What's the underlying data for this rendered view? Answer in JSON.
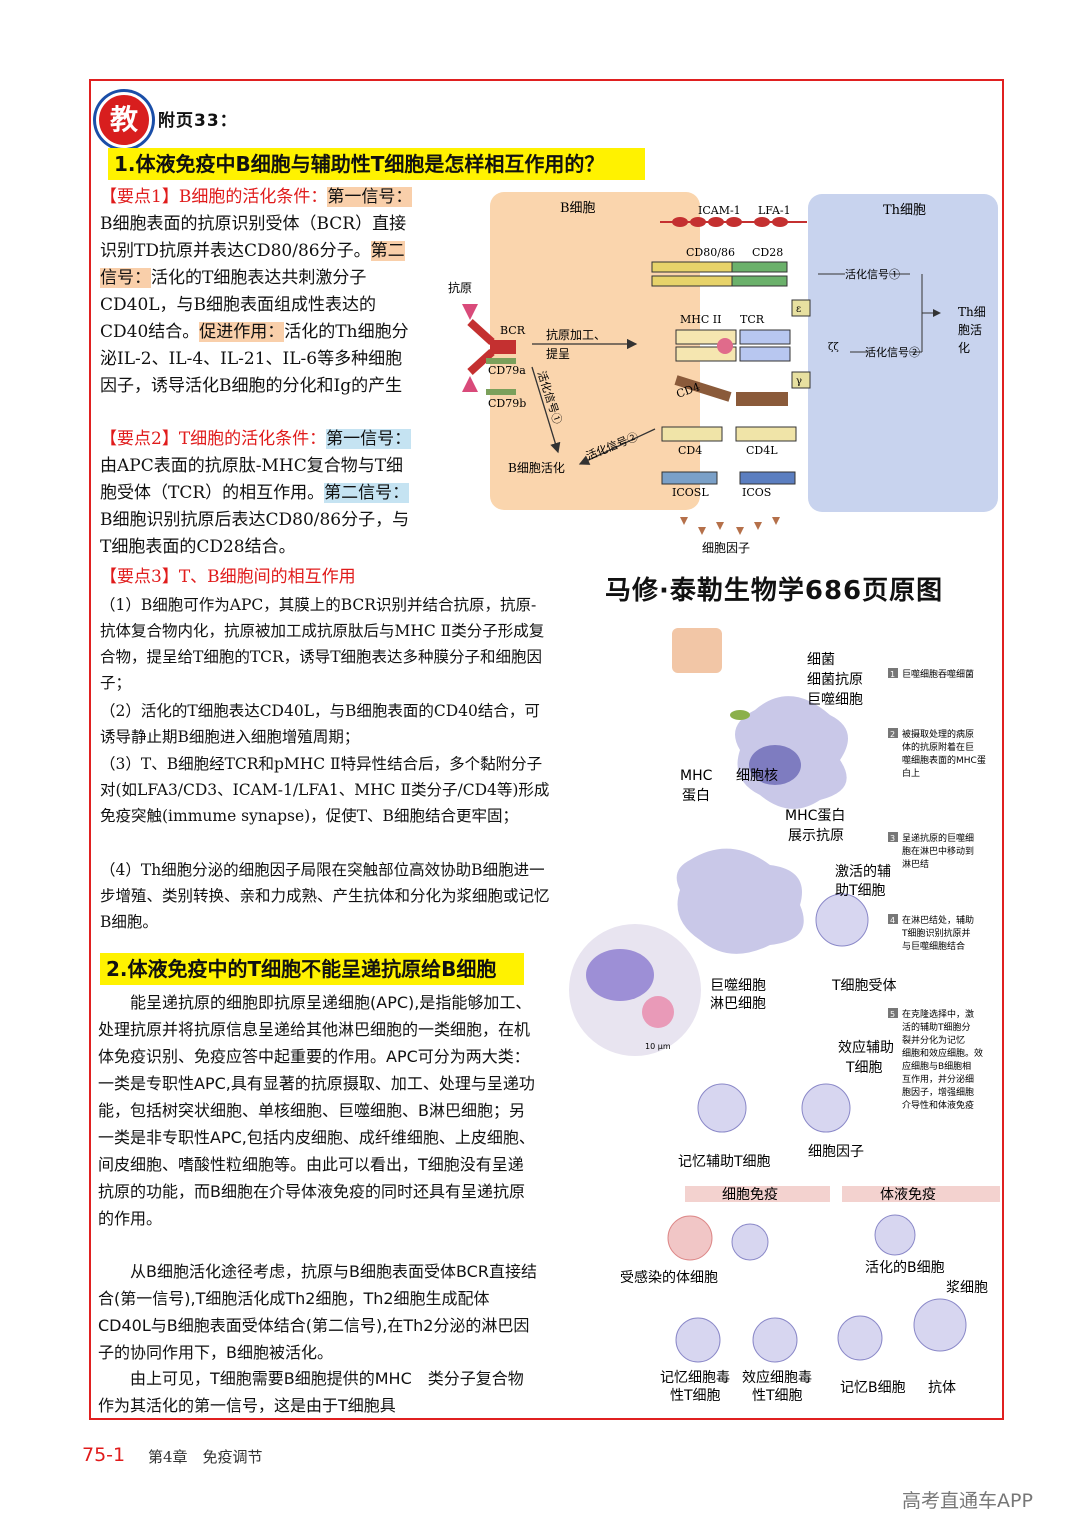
{
  "badge": "教",
  "appendix": "附页33：",
  "heading1": "1.体液免疫中B细胞与辅助性T细胞是怎样相互作用的？",
  "kp1": {
    "tag": "【要点1】",
    "title": "B细胞的活化条件：",
    "s1": "第一信号：",
    "t1": "B细胞表面的抗原识别受体（BCR）直接识别TD抗原并表达CD80/86分子。",
    "s2": "第二信号：",
    "t2": "活化的T细胞表达共刺激分子CD40L，与B细胞表面组成性表达的CD40结合。",
    "s3": "促进作用：",
    "t3": "活化的Th细胞分泌IL-2、IL-4、IL-21、IL-6等多种细胞因子，诱导活化B细胞的分化和Ig的产生"
  },
  "kp2": {
    "tag": "【要点2】",
    "title": "T细胞的活化条件：",
    "s1": "第一信号：",
    "t1": "由APC表面的抗原肽-MHC复合物与T细胞受体（TCR）的相互作用。",
    "s2": "第二信号：",
    "t2": "B细胞识别抗原后表达CD80/86分子，与T细胞表面的CD28结合。"
  },
  "kp3": {
    "tag": "【要点3】",
    "title": "T、B细胞间的相互作用",
    "p1": "（1）B细胞可作为APC，其膜上的BCR识别并结合抗原，抗原-抗体复合物内化，抗原被加工成抗原肽后与MHC Ⅱ类分子形成复合物，提呈给T细胞的TCR，诱导T细胞表达多种膜分子和细胞因子；",
    "p2": "（2）活化的T细胞表达CD40L，与B细胞表面的CD40结合，可诱导静止期B细胞进入细胞增殖周期；",
    "p3": "（3）T、B细胞经TCR和pMHC Ⅱ特异性结合后，多个黏附分子对(如LFA3/CD3、ICAM-1/LFA1、MHC Ⅱ类分子/CD4等)形成免疫突触(immume synapse)，促使T、B细胞结合更牢固；",
    "p4": "（4）Th细胞分泌的细胞因子局限在突触部位高效协助B细胞进一步增殖、类别转换、亲和力成熟、产生抗体和分化为浆细胞或记忆B细胞。"
  },
  "heading2": "2.体液免疫中的T细胞不能呈递抗原给B细胞",
  "body2": {
    "p1": "能呈递抗原的细胞即抗原呈递细胞(APC),是指能够加工、处理抗原并将抗原信息呈递给其他淋巴细胞的一类细胞，在机体免疫识别、免疫应答中起重要的作用。APC可分为两大类：一类是专职性APC,具有显著的抗原摄取、加工、处理与呈递功能，包括树突状细胞、单核细胞、巨噬细胞、B淋巴细胞；另一类是非专职性APC,包括内皮细胞、成纤维细胞、上皮细胞、间皮细胞、嗜酸性粒细胞等。由此可以看出，T细胞没有呈递抗原的功能，而B细胞在介导体液免疫的同时还具有呈递抗原的作用。",
    "p2": "从B细胞活化途径考虑，抗原与B细胞表面受体BCR直接结合(第一信号),T细胞活化成Th2细胞，Th2细胞生成配体CD40L与B细胞表面受体结合(第二信号),在Th2分泌的淋巴因子的协同作用下，B细胞被活化。",
    "p3": "由上可见，T细胞需要B细胞提供的MHC　类分子复合物作为其活化的第一信号，这是由于T细胞具"
  },
  "diagram1": {
    "bcell": "B细胞",
    "thcell": "Th细胞",
    "antigen": "抗原",
    "bcr": "BCR",
    "cd79a": "CD79a",
    "cd79b": "CD79b",
    "processing1": "抗原加工、",
    "processing2": "提呈",
    "act_sig1_v": "活化信号①",
    "act_sig2_diag": "活化信号②",
    "bcell_act": "B细胞活化",
    "icam1": "ICAM-1",
    "lfa1": "LFA-1",
    "cd8086": "CD80/86",
    "cd28": "CD28",
    "mhc2": "MHC II",
    "tcr": "TCR",
    "cd4": "CD4",
    "cd4b": "CD4",
    "cd4l": "CD4L",
    "icosl": "ICOSL",
    "icos": "ICOS",
    "right_sig1": "活化信号①",
    "right_sig2": "活化信号②",
    "th_act1": "Th细",
    "th_act2": "胞活",
    "th_act3": "化",
    "cytokine": "细胞因子",
    "eps": "ε",
    "gam": "γ",
    "zeta": "ζζ"
  },
  "fig2": {
    "title": "马修·泰勒生物学686页原图",
    "l_bacteria": "细菌",
    "l_bac_antigen": "细菌抗原",
    "l_macrophage": "巨噬细胞",
    "l_mhc1": "MHC",
    "l_mhc2": "蛋白",
    "l_nucleus": "细胞核",
    "l_mhc_show1": "MHC蛋白",
    "l_mhc_show2": "展示抗原",
    "l_act_th1": "激活的辅",
    "l_act_th2": "助T细胞",
    "l_mac2": "巨噬细胞",
    "l_lymph": "淋巴细胞",
    "l_tcr": "T细胞受体",
    "l_scale": "10 μm",
    "l_eff_th1": "效应辅助",
    "l_eff_th2": "T细胞",
    "l_mem_th": "记忆辅助T细胞",
    "l_cytokine": "细胞因子",
    "l_cell_imm": "细胞免疫",
    "l_hum_imm": "体液免疫",
    "l_infected": "受感染的体细胞",
    "l_act_b": "活化的B细胞",
    "l_plasma": "浆细胞",
    "l_mem_ct1": "记忆细胞毒",
    "l_mem_ct2": "性T细胞",
    "l_eff_ct1": "效应细胞毒",
    "l_eff_ct2": "性T细胞",
    "l_mem_b": "记忆B细胞",
    "l_antibody": "抗体",
    "s1n": "1",
    "s1": "巨噬细胞吞噬细菌",
    "s2n": "2",
    "s2a": "被摄取处理的病原",
    "s2b": "体的抗原附着在巨",
    "s2c": "噬细胞表面的MHC蛋",
    "s2d": "白上",
    "s3n": "3",
    "s3a": "呈递抗原的巨噬细",
    "s3b": "胞在淋巴中移动到",
    "s3c": "淋巴结",
    "s4n": "4",
    "s4a": "在淋巴结处，辅助",
    "s4b": "T细胞识别抗原并",
    "s4c": "与巨噬细胞结合",
    "s5n": "5",
    "s5a": "在克隆选择中，激",
    "s5b": "活的辅助T细胞分",
    "s5c": "裂并分化为记忆",
    "s5d": "细胞和效应细胞。效",
    "s5e": "应细胞与B细胞相",
    "s5f": "互作用，并分泌细",
    "s5g": "胞因子，增强细胞",
    "s5h": "介导性和体液免疫"
  },
  "footer": {
    "page": "75-1",
    "chapter": "第4章　免疫调节"
  },
  "watermark": "高考直通车APP"
}
